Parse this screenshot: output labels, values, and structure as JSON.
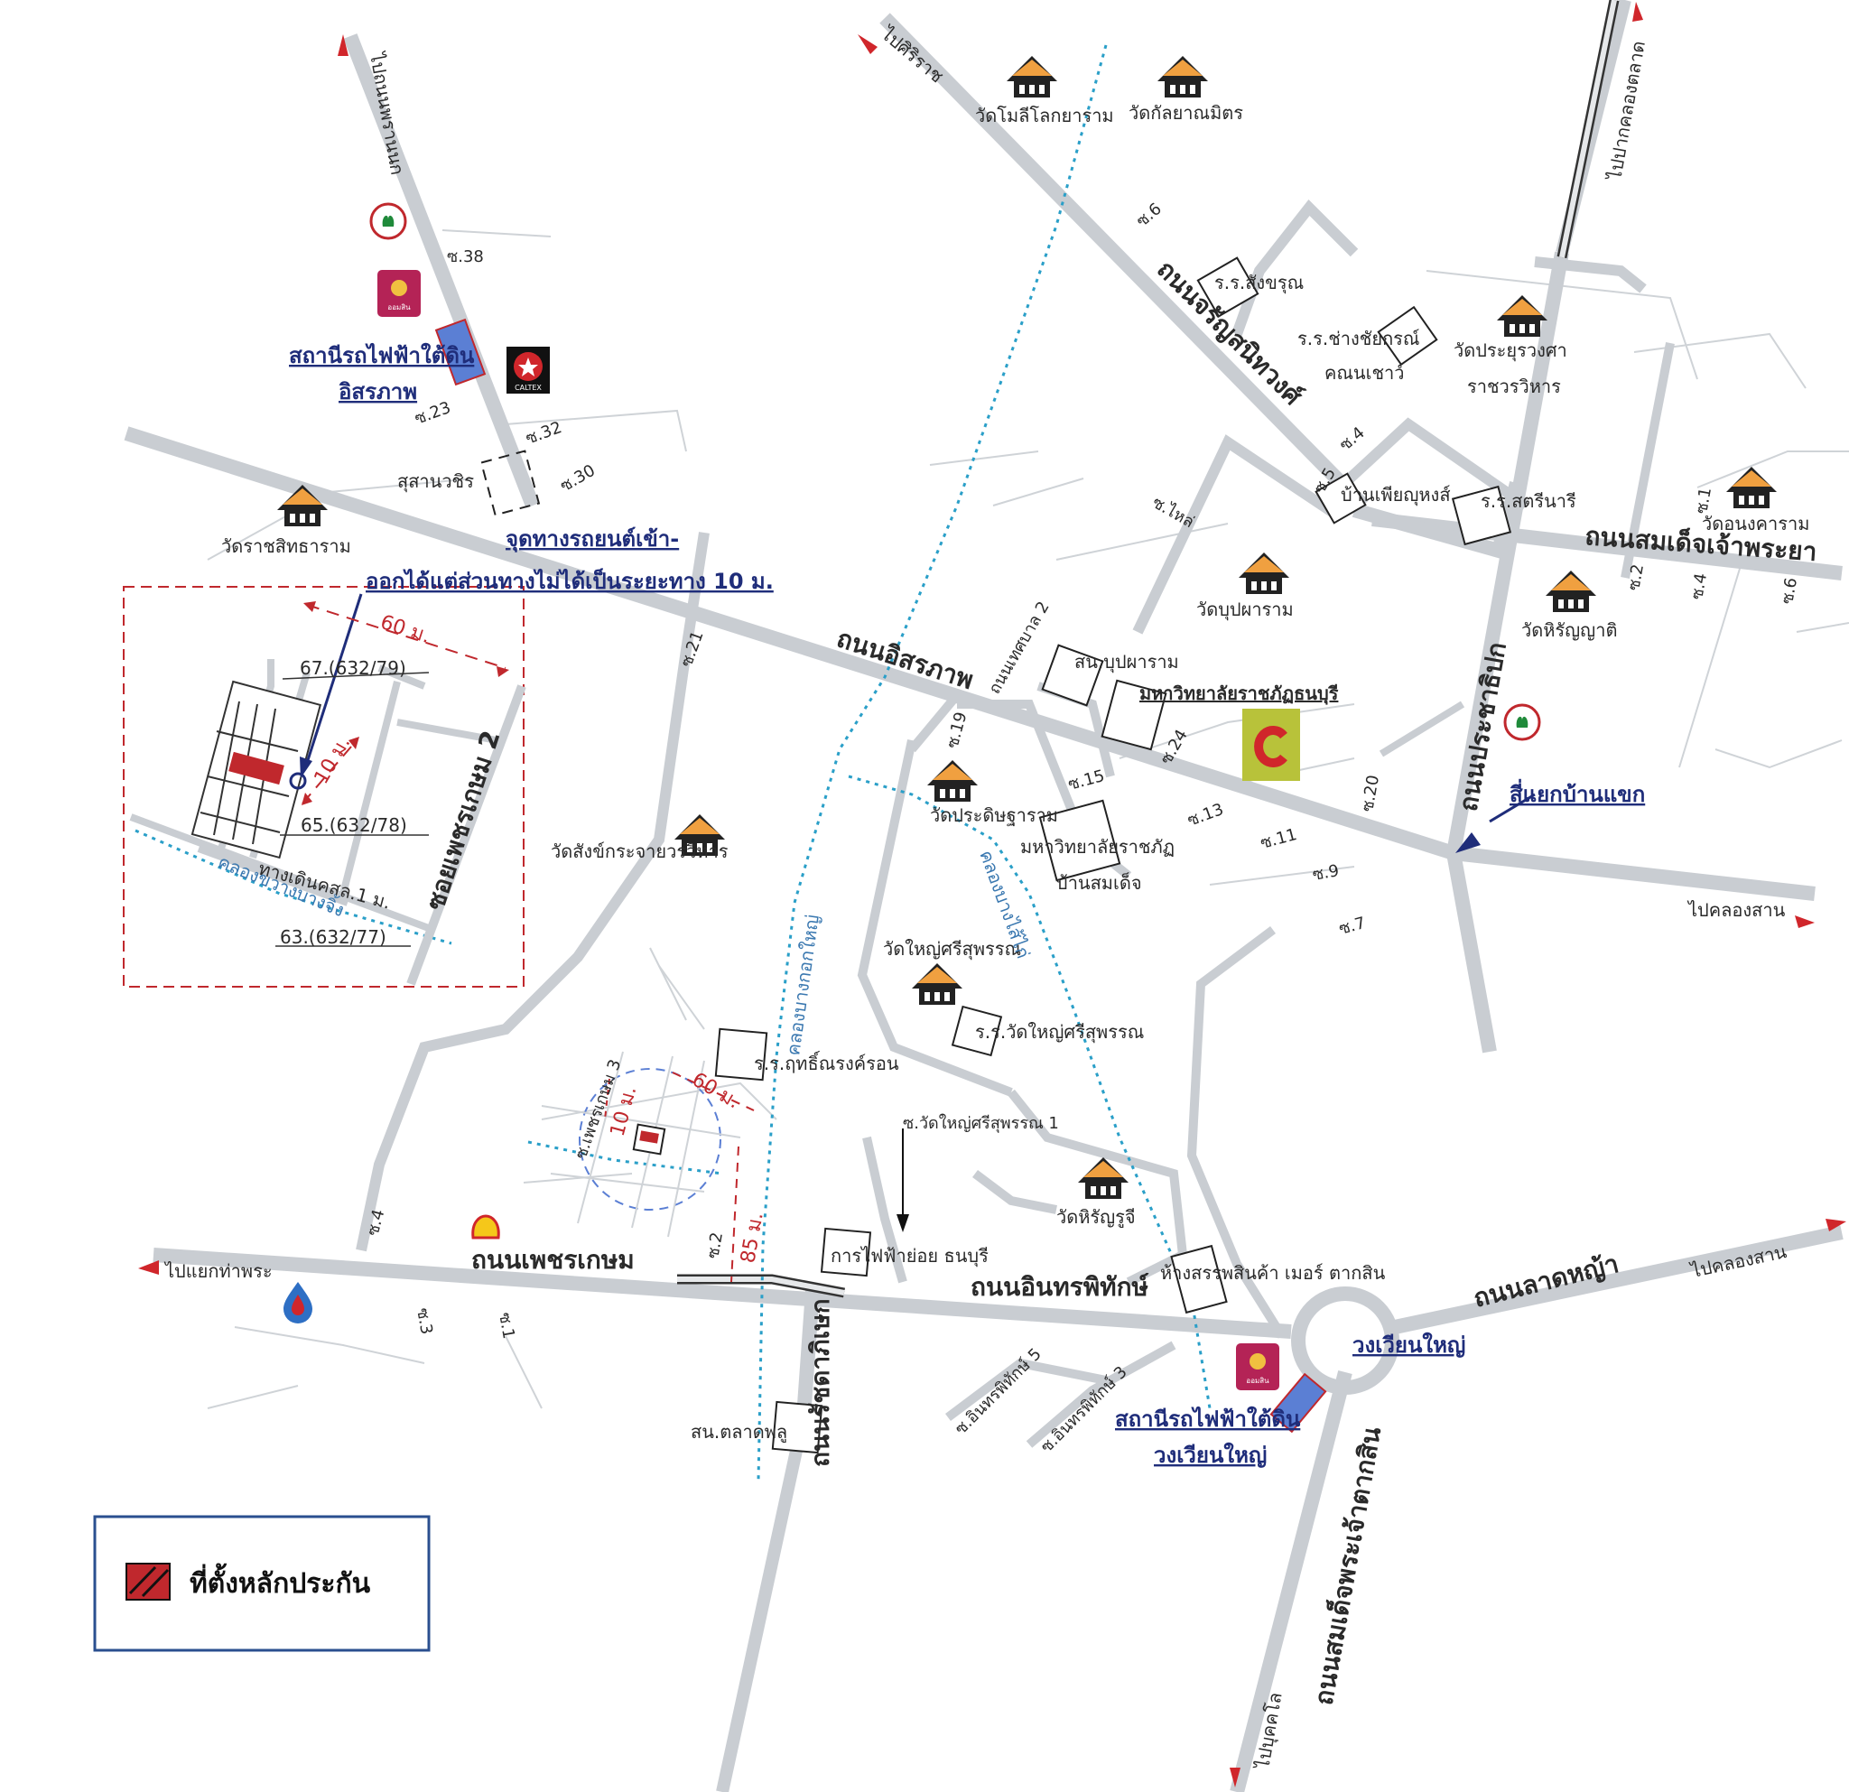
{
  "colors": {
    "road": "#c9cdd2",
    "canal": "#2a9fc8",
    "red": "#c0282d",
    "navy": "#1f2d7a",
    "station": "#5b7fd4"
  },
  "roads": {
    "charansanitwong": "ถนนจรัญสนิทวงศ์",
    "itsaraphap": "ถนนอิสรภาพ",
    "phetkasem": "ถนนเพชรเกษม",
    "inthraphithak": "ถนนอินทรพิทักษ์",
    "somdet_chao_phraya": "ถนนสมเด็จเจ้าพระยา",
    "lat_ya": "ถนนลาดหญ้า",
    "ratchadaphisek": "ถนนรัชดาภิเษก",
    "tesaban2": "ถนนเทศบาล 2",
    "soi_phet_kasem2": "ซอยเพชรเกษม 2",
    "phet_kasem3": "ซ.เพชรเกษม 3",
    "inthraphithak5": "ซ.อินทรพิทักษ์ 5",
    "inthraphithak3": "ซ.อินทรพิทักษ์ 3",
    "wat_yai_soi": "ซ.วัดใหญ่ศรีสุพรรณ 1",
    "kaew_soi": "ซ.ไหล่",
    "pracha_thipok": "ถนนประชาธิปก",
    "somdet_phra_chao_taksin": "ถนนสมเด็จพระเจ้าตากสิน"
  },
  "directions": {
    "to_siriraj": "ไปศิริราช",
    "to_nonthaburi": "ไปถนนพรานนก",
    "to_klong_san_1": "ไปคลองสาน",
    "to_klong_san_2": "ไปคลองสาน",
    "to_tha_phra": "ไปแยกท่าพระ",
    "to_pak_khlong": "ไปปากคลองตลาด",
    "to_buk": "ไปบุคคโล"
  },
  "places": {
    "wat_molee": "วัดโมลีโลกยาราม",
    "wat_kalaya": "วัดกัลยาณมิตร",
    "school_somsong": "ร.ร.สังขรุณ",
    "school_changchai": "ร.ร.ช่างชัยกรณ์",
    "school_kanok": "คณนเชาว์",
    "wat_prayoon": "วัดประยุรวงศา",
    "wat_prayoon2": "ราชวรวิหาร",
    "wat_ratchasit": "วัดราชสิทธาราม",
    "cemetery": "สุสานวชิร",
    "ban_phianyung": "บ้านเพียญุหงส์",
    "school_satri": "ร.ร.สตรีนารี",
    "wat_anongkharam": "วัดอนงคาราม",
    "wat_bupparam": "วัดบุปผาราม",
    "wat_hiranya": "วัดหิรัญญาติ",
    "bupparam_label": "สน.บุปผาราม",
    "univ_label": "มหาวิทยาลัยราชภัฏธนบุรี",
    "wat_pradit": "วัดประดิษฐาราม",
    "univ_ban_somdet": "มหาวิทยาลัยราชภัฏ",
    "univ_ban_somdet2": "บ้านสมเด็จ",
    "wat_sangkrachai": "วัดสังข์กระจายวรวิหาร",
    "wat_yai_sri": "วัดใหญ่ศรีสุพรรณ",
    "school_wat_yai": "ร.ร.วัดใหญ่ศรีสุพรรณ",
    "school_thawee": "ร.ร.ฤทธิ์ณรงค์รอน",
    "power_auth": "การไฟฟ้าย่อย ธนบุรี",
    "wat_hiran": "วัดหิรัญรูจี",
    "taksin_hospital": "ห้างสรรพสินค้า เมอร์ ตากสิน",
    "police": "สน.ตลาดพลู",
    "wong_wian": "วงเวียนใหญ่",
    "wong_wian_station_1": "สถานีรถไฟฟ้าใต้ดิน",
    "wong_wian_station_2": "วงเวียนใหญ่",
    "itsaraphap_station_1": "สถานีรถไฟฟ้าใต้ดิน",
    "itsaraphap_station_2": "อิสรภาพ",
    "ban_khaek": "สี่แยกบ้านแขก",
    "canal_bangkok_yai": "คลองบางกอกใหญ่",
    "canal_bang_sai_kai": "คลองบางไส้ไก่",
    "canal_small": "คลองขวางบางจิ้ง",
    "entry_note_1": "จุดทางรถยนต์เข้า-",
    "entry_note_2": "ออกได้แต่ส่วนทางไม่ได้เป็นระยะทาง 10 ม."
  },
  "soi_labels": [
    "ซ.38",
    "ซ.23",
    "ซ.32",
    "ซ.30",
    "ซ.6",
    "ซ.4",
    "ซ.5",
    "ซ.1",
    "ซ.2",
    "ซ.4",
    "ซ.6",
    "ซ.21",
    "ซ.19",
    "ซ.24",
    "ซ.15",
    "ซ.13",
    "ซ.11",
    "ซ.9",
    "ซ.7",
    "ซ.20",
    "ซ.4",
    "ซ.3",
    "ซ.1",
    "ซ.2"
  ],
  "inset": {
    "distance_1": "60 ม.",
    "distance_2": "10 ม.",
    "parcel_1": "67.(632/79)",
    "parcel_2": "65.(632/78)",
    "parcel_3": "63.(632/77)",
    "walkway": "ทางเดินคสล.1 ม."
  },
  "site": {
    "distance_1": "60 ม.",
    "distance_2": "10 ม.",
    "distance_3": "85 ม.",
    "soi_label": "ซ.เพชรเกษม 3",
    "soi_label_2": "ซ.2"
  },
  "legend": {
    "label": "ที่ตั้งหลักประกัน"
  },
  "icons": {
    "temple": "temple-icon",
    "kbank": "kasikorn-bank-icon",
    "gsb": "gsb-bank-icon",
    "caltex": "caltex-icon",
    "shell": "shell-icon",
    "ptt": "ptt-icon",
    "bigc": "big-c-icon"
  },
  "brand_text": {
    "caltex": "CALTEX",
    "gsb": "ออมสิน"
  }
}
